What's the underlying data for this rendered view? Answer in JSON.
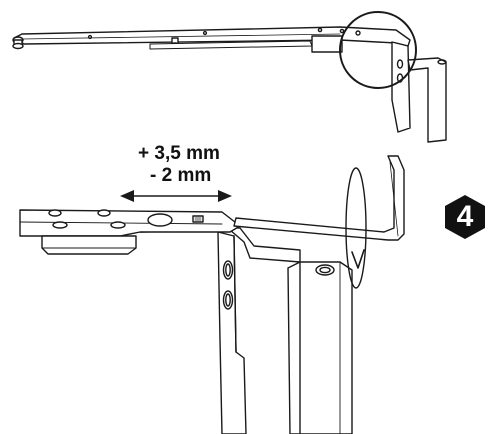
{
  "adjustment": {
    "plus_label": "+ 3,5 mm",
    "minus_label": "- 2 mm"
  },
  "step": {
    "number": "4"
  },
  "colors": {
    "line": "#1a1a1a",
    "fill": "#ffffff",
    "badge": "#111111"
  },
  "icons": {
    "detail_marker": "circle-highlight",
    "adjust_direction": "double-arrow-horizontal",
    "rotation": "rotation-ellipse-arrow"
  }
}
